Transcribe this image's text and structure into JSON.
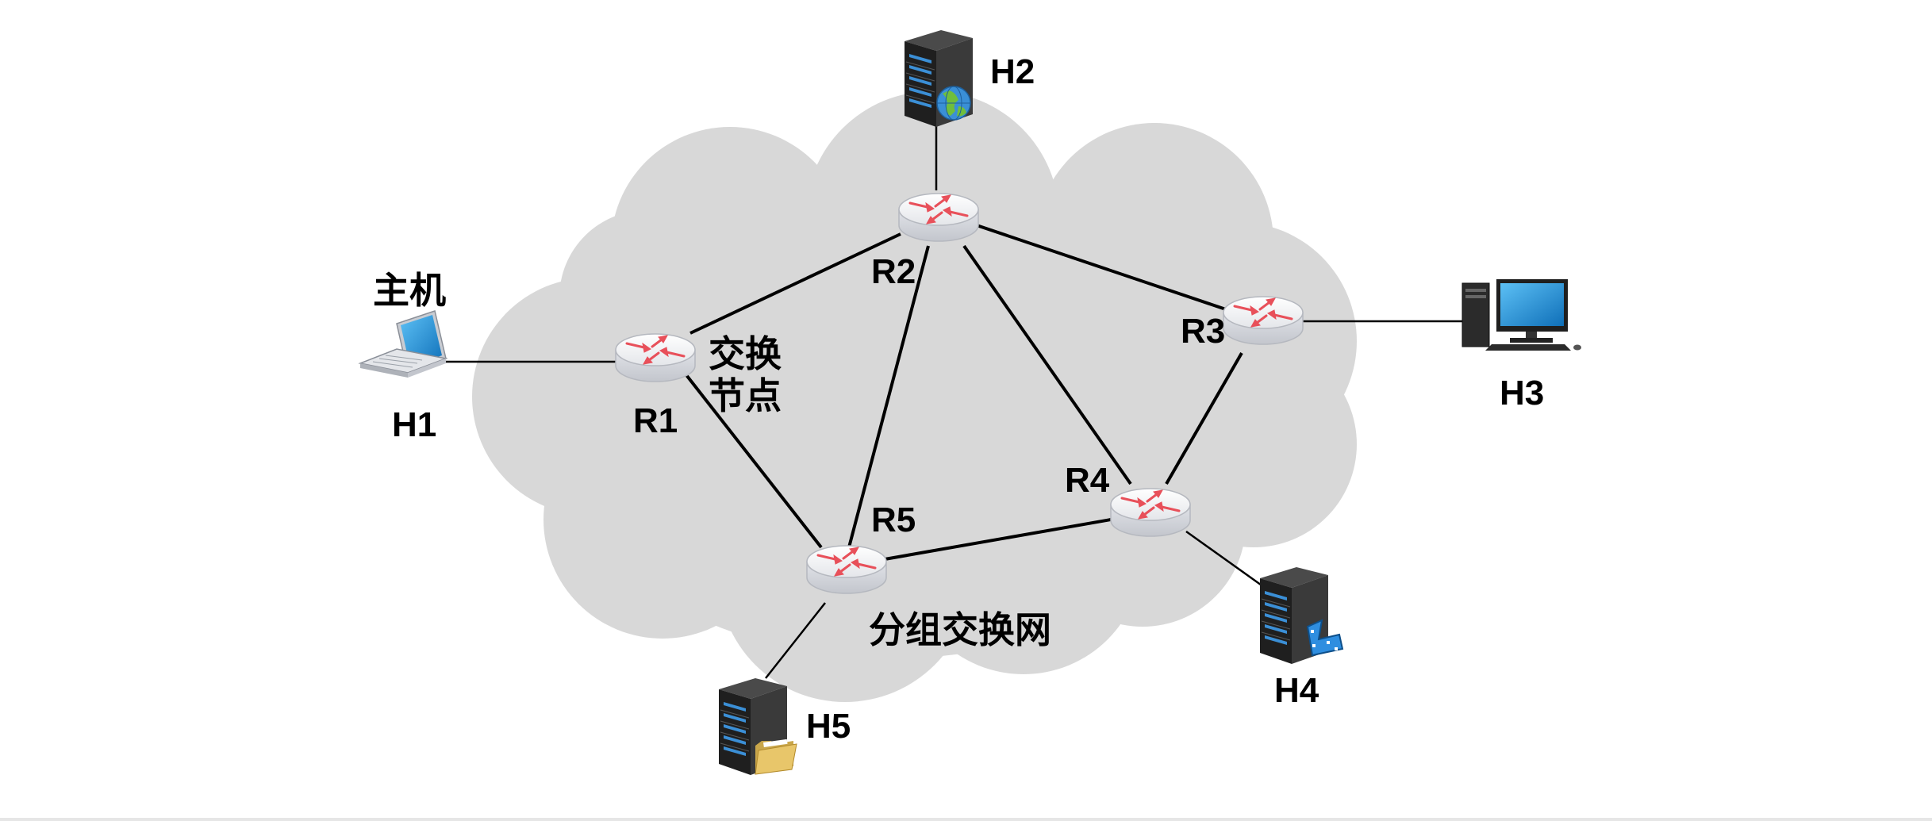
{
  "diagram": {
    "cloud_label": "分组交换网",
    "switch_node_label_line1": "交换",
    "switch_node_label_line2": "节点",
    "host_label": "主机",
    "routers": [
      {
        "id": "R1",
        "label": "R1"
      },
      {
        "id": "R2",
        "label": "R2"
      },
      {
        "id": "R3",
        "label": "R3"
      },
      {
        "id": "R4",
        "label": "R4"
      },
      {
        "id": "R5",
        "label": "R5"
      }
    ],
    "hosts": [
      {
        "id": "H1",
        "label": "H1",
        "icon": "laptop-icon"
      },
      {
        "id": "H2",
        "label": "H2",
        "icon": "web-server-icon"
      },
      {
        "id": "H3",
        "label": "H3",
        "icon": "desktop-computer-icon"
      },
      {
        "id": "H4",
        "label": "H4",
        "icon": "media-server-icon"
      },
      {
        "id": "H5",
        "label": "H5",
        "icon": "file-server-icon"
      }
    ],
    "router_links": [
      [
        "R1",
        "R2"
      ],
      [
        "R1",
        "R5"
      ],
      [
        "R2",
        "R5"
      ],
      [
        "R2",
        "R3"
      ],
      [
        "R2",
        "R4"
      ],
      [
        "R3",
        "R4"
      ],
      [
        "R4",
        "R5"
      ]
    ],
    "host_links": [
      [
        "H1",
        "R1"
      ],
      [
        "H2",
        "R2"
      ],
      [
        "H3",
        "R3"
      ],
      [
        "H4",
        "R4"
      ],
      [
        "H5",
        "R5"
      ]
    ],
    "colors": {
      "cloud": "#d8d8d8",
      "router_body": "#e9ebef",
      "router_arrow": "#e8505a",
      "server_body": "#2a2a2a",
      "server_led": "#3b8fd6",
      "monitor_screen": "#1e86d0"
    }
  }
}
